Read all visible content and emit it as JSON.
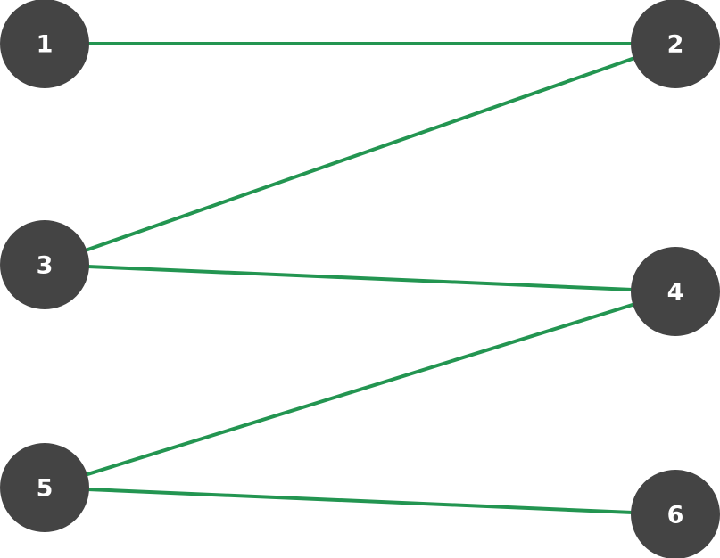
{
  "colors": {
    "edge": "#239551",
    "node_fill": "#444444",
    "node_label": "#ffffff",
    "background": "#ffffff"
  },
  "nodes": [
    {
      "id": "1",
      "label": "1",
      "column": "left"
    },
    {
      "id": "2",
      "label": "2",
      "column": "right"
    },
    {
      "id": "3",
      "label": "3",
      "column": "left"
    },
    {
      "id": "4",
      "label": "4",
      "column": "right"
    },
    {
      "id": "5",
      "label": "5",
      "column": "left"
    },
    {
      "id": "6",
      "label": "6",
      "column": "right"
    }
  ],
  "edges": [
    {
      "from": "1",
      "to": "2"
    },
    {
      "from": "3",
      "to": "2"
    },
    {
      "from": "3",
      "to": "4"
    },
    {
      "from": "5",
      "to": "4"
    },
    {
      "from": "5",
      "to": "6"
    }
  ]
}
